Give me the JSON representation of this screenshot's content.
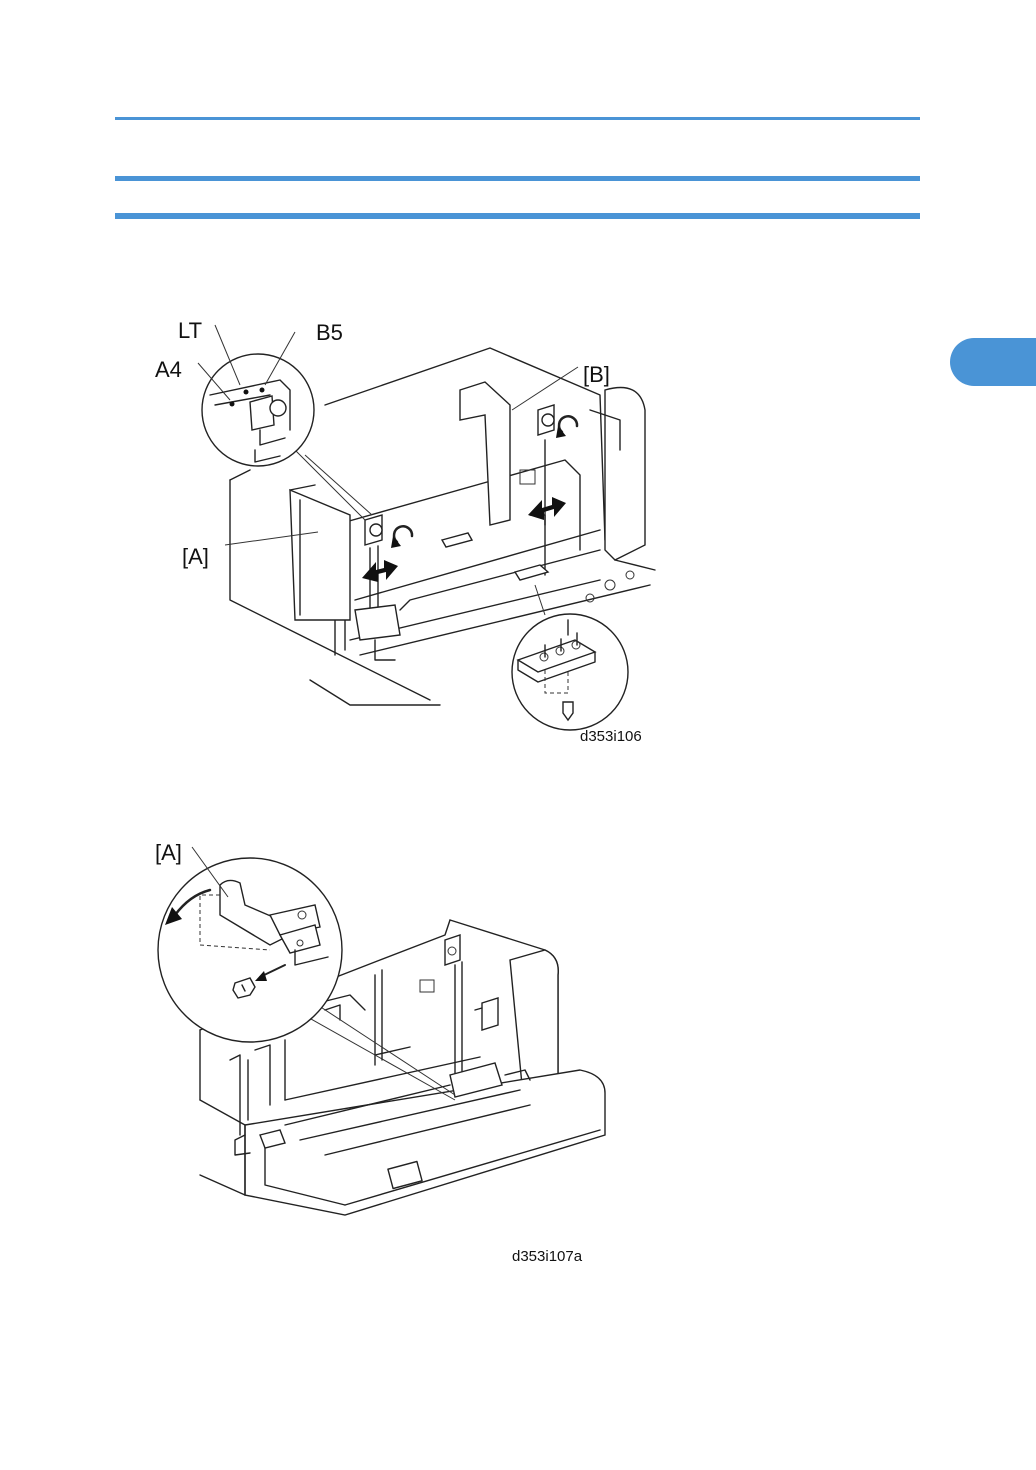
{
  "figure1": {
    "callout_lt": "LT",
    "callout_b5": "B5",
    "callout_a4": "A4",
    "callout_a": "[A]",
    "callout_b": "[B]",
    "figure_id": "d353i106"
  },
  "figure2": {
    "callout_a": "[A]",
    "figure_id": "d353i107a"
  },
  "colors": {
    "accent": "#4a94d6"
  }
}
